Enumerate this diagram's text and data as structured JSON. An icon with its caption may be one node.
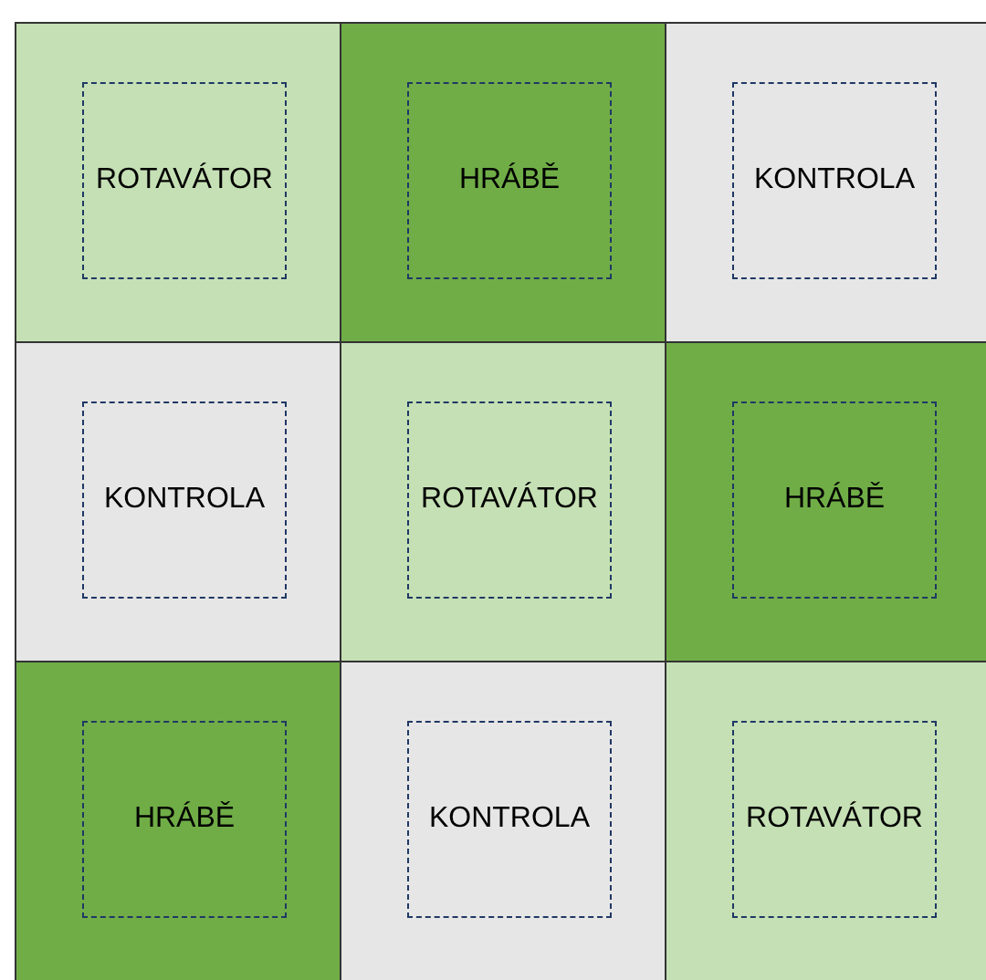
{
  "diagram": {
    "nodes": [
      {
        "text": [],
        "shape": "box"
      },
      {
        "text": [
          "ROTAVÁTOR"
        ],
        "in": 0
      },
      {
        "text": [],
        "shape": "box"
      },
      {
        "text": [
          "HRÁBĚ"
        ],
        "in": 2
      },
      {
        "text": [],
        "shape": "box"
      },
      {
        "text": [
          "KONTROLA"
        ],
        "in": 4
      },
      {
        "text": [],
        "shape": "box"
      },
      {
        "text": [
          "KONTROLA"
        ],
        "in": 6
      },
      {
        "text": [],
        "shape": "box"
      },
      {
        "text": [
          "ROTAVÁTOR"
        ],
        "in": 8
      },
      {
        "text": [],
        "shape": "box"
      },
      {
        "text": [
          "HRÁBĚ"
        ],
        "in": 10
      },
      {
        "text": [],
        "shape": "box"
      },
      {
        "text": [
          "HRÁBĚ"
        ],
        "in": 12
      },
      {
        "text": [],
        "shape": "box"
      },
      {
        "text": [
          "KONTROLA"
        ],
        "in": 14
      },
      {
        "text": [],
        "shape": "box"
      },
      {
        "text": [
          "ROTAVÁTOR"
        ],
        "in": 16
      }
    ]
  }
}
